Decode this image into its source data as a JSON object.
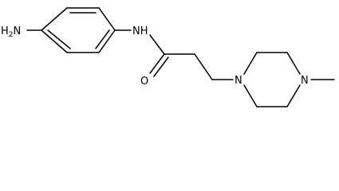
{
  "molecule": {
    "atoms": {
      "amine_n": {
        "main": "H",
        "sub": "2",
        "tail": "N"
      },
      "amide_nh": "NH",
      "carbonyl_o": "O",
      "pip_n1": "N",
      "pip_n4": "N"
    },
    "colors": {
      "bond": "#000000",
      "text": "#000000",
      "background": "#ffffff"
    }
  }
}
